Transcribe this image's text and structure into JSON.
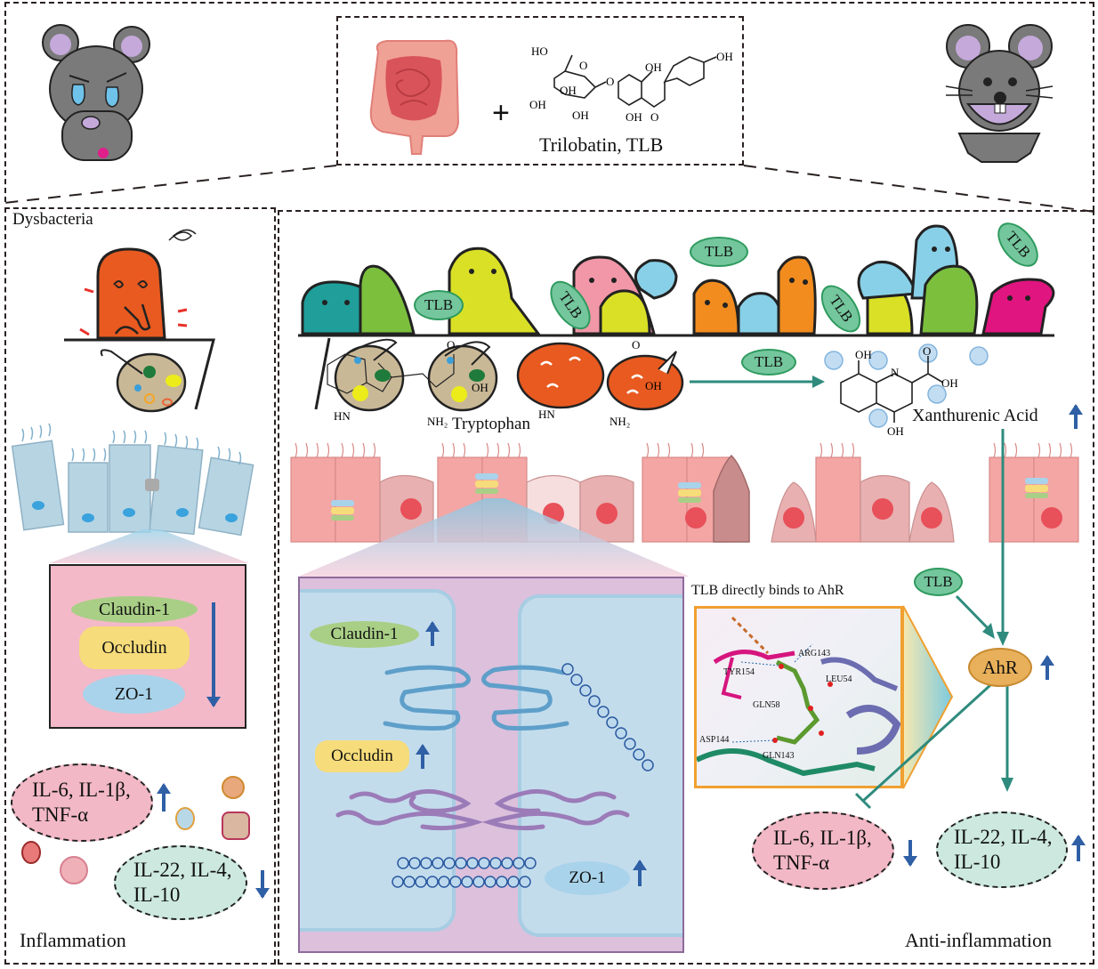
{
  "header": {
    "compound_label": "Trilobatin, TLB",
    "plus_sign": "+",
    "structure_labels": [
      "HO",
      "O",
      "O",
      "OH",
      "OH",
      "OH",
      "OH",
      "OH",
      "OH",
      "O"
    ]
  },
  "left_panel": {
    "title": "Dysbacteria",
    "footer": "Inflammation",
    "tight_junction_box": {
      "proteins": [
        "Claudin-1",
        "Occludin",
        "ZO-1"
      ],
      "trend": "down"
    },
    "cytokines_pro": {
      "line1": "IL-6, IL-1β,",
      "line2": "TNF-α",
      "trend": "up"
    },
    "cytokines_anti": {
      "line1": "IL-22, IL-4,",
      "line2": "IL-10",
      "trend": "down"
    }
  },
  "right_panel": {
    "footer": "Anti-inflammation",
    "tlb_badges": [
      "TLB",
      "TLB",
      "TLB",
      "TLB",
      "TLB"
    ],
    "metabolism": {
      "substrate": "Tryptophan",
      "substrate_groups": [
        "HN",
        "NH₂",
        "O",
        "OH",
        "HN",
        "NH₂",
        "O",
        "OH"
      ],
      "enzyme_badge": "TLB",
      "product": "Xanthurenic Acid",
      "product_groups": [
        "OH",
        "N",
        "O",
        "OH",
        "OH"
      ],
      "product_trend": "up"
    },
    "tight_junction_detail": {
      "proteins": [
        {
          "name": "Claudin-1",
          "trend": "up"
        },
        {
          "name": "Occludin",
          "trend": "up"
        },
        {
          "name": "ZO-1",
          "trend": "up"
        }
      ]
    },
    "docking": {
      "title": "TLB directly binds to AhR",
      "residues": [
        "ARG143",
        "TYR154",
        "LEU54",
        "GLN58",
        "ASP144",
        "GLN143"
      ]
    },
    "receptor": {
      "name": "AhR",
      "trend": "up",
      "ligand_badge": "TLB"
    },
    "cytokines_pro": {
      "line1": "IL-6, IL-1β,",
      "line2": "TNF-α",
      "trend": "down"
    },
    "cytokines_anti": {
      "line1": "IL-22, IL-4,",
      "line2": "IL-10",
      "trend": "up"
    }
  },
  "colors": {
    "teal_arrow": "#2e8b7d",
    "trend_arrow": "#2f5fa5",
    "tlb_green": "#74c69d",
    "claudin_green": "#a9cf86",
    "occludin_yellow": "#f6dc7a",
    "zo1_blue": "#a9d3ea",
    "pro_cytokine_pink": "#f2b8c6",
    "anti_cytokine_mint": "#cde9df",
    "ahr_orange": "#e8b05a",
    "tj_box_pink": "#f3b9c8",
    "tj_detail_purple": "#dcc0dc"
  }
}
